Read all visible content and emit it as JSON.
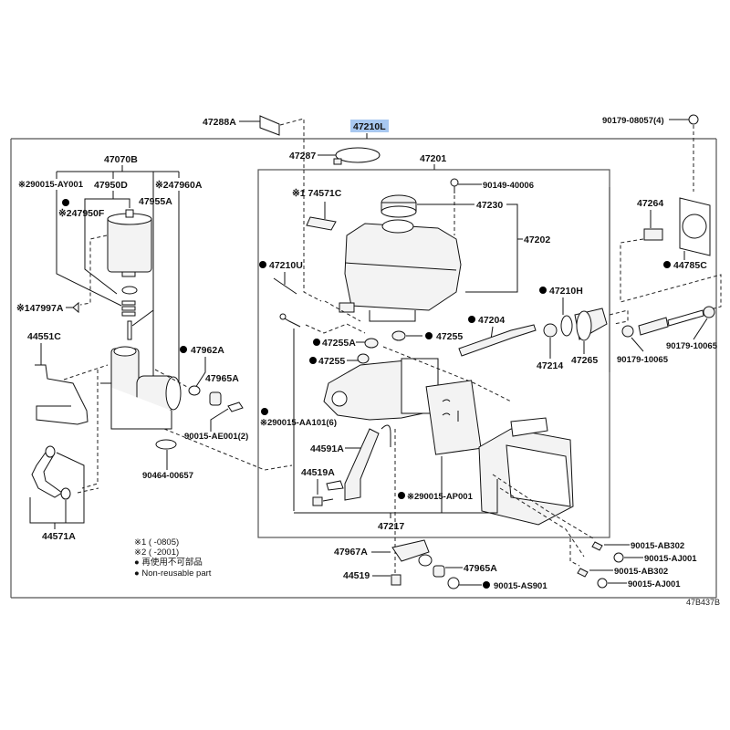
{
  "diagram": {
    "title_part": "47210L",
    "highlight_color": "#a8c8f0",
    "figure_code": "47B437B"
  },
  "labels": {
    "p47288A": "47288A",
    "p47210L": "47210L",
    "p90179_08057": "90179-08057(4)",
    "p47287": "47287",
    "p47201": "47201",
    "p47070B": "47070B",
    "p90015_AY001": "※290015-AY001",
    "p47950D": "47950D",
    "p47960A": "※247960A",
    "p47950F": "※247950F",
    "p47955A": "47955A",
    "p47997A": "※147997A",
    "p44551C": "44551C",
    "p47962A": "47962A",
    "p47965A_left": "47965A",
    "p90015_AE001": "90015-AE001(2)",
    "p90464_00657": "90464-00657",
    "p44571A": "44571A",
    "p74571C": "※1 74571C",
    "p90149_40006": "90149-40006",
    "p47230": "47230",
    "p47202": "47202",
    "p47210U": "47210U",
    "p47255A": "47255A",
    "p47255_a": "47255",
    "p47255_b": "47255",
    "p47204": "47204",
    "p90015_AA101": "※290015-AA101(6)",
    "p44591A": "44591A",
    "p44519A": "44519A",
    "p90015_AP001": "※290015-AP001",
    "p47217": "47217",
    "p47210H": "47210H",
    "p47214": "47214",
    "p47265": "47265",
    "p47264": "47264",
    "p44785C": "44785C",
    "p90179_10065_a": "90179-10065",
    "p90179_10065_b": "90179-10065",
    "p47967A": "47967A",
    "p44519": "44519",
    "p47965A_bottom": "47965A",
    "p90015_AS901": "90015-AS901",
    "p90015_AB302_a": "90015-AB302",
    "p90015_AJ001_a": "90015-AJ001",
    "p90015_AB302_b": "90015-AB302",
    "p90015_AJ001_b": "90015-AJ001"
  },
  "legend": {
    "note1": "※1 (      -0805)",
    "note2": "※2 (      -2001)",
    "nonreusable_jp": "● 再使用不可部品",
    "nonreusable_en": "● Non-reusable part"
  }
}
